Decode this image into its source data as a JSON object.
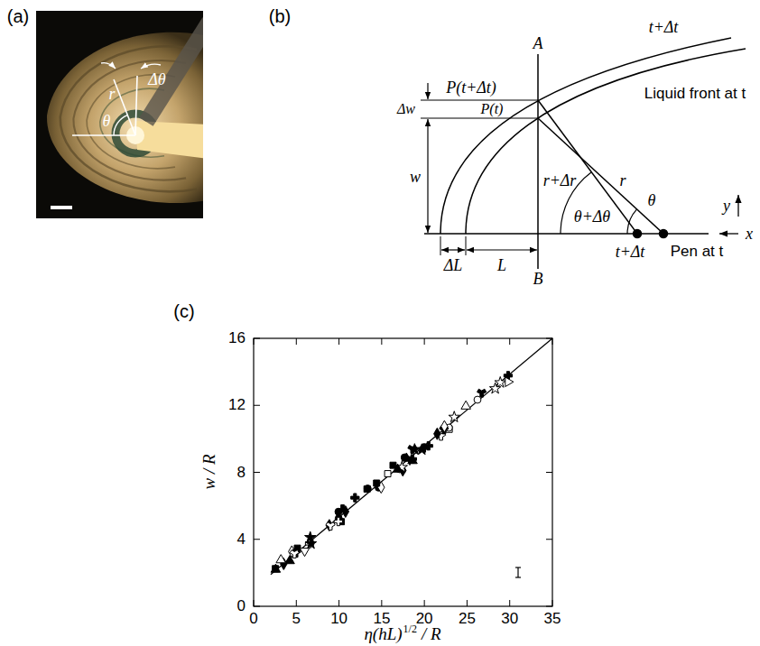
{
  "diagram": {
    "labels": [
      "(a)",
      "Δθ",
      "r",
      "θ",
      "(b)",
      "A",
      "B",
      "P(t+Δt)",
      "P(t)",
      "t+Δt",
      "Liquid front at t",
      "Δw",
      "w",
      "r+Δr",
      "r",
      "θ+Δθ",
      "θ",
      "t+Δt",
      "Pen at t",
      "ΔL",
      "L",
      "x",
      "y",
      "(c)",
      "16",
      "12",
      "8",
      "4",
      "0",
      "0",
      "5",
      "10",
      "15",
      "20",
      "25",
      "30",
      "35",
      "w / R",
      "η(hL)",
      "1/2",
      "/ R"
    ]
  }
}
